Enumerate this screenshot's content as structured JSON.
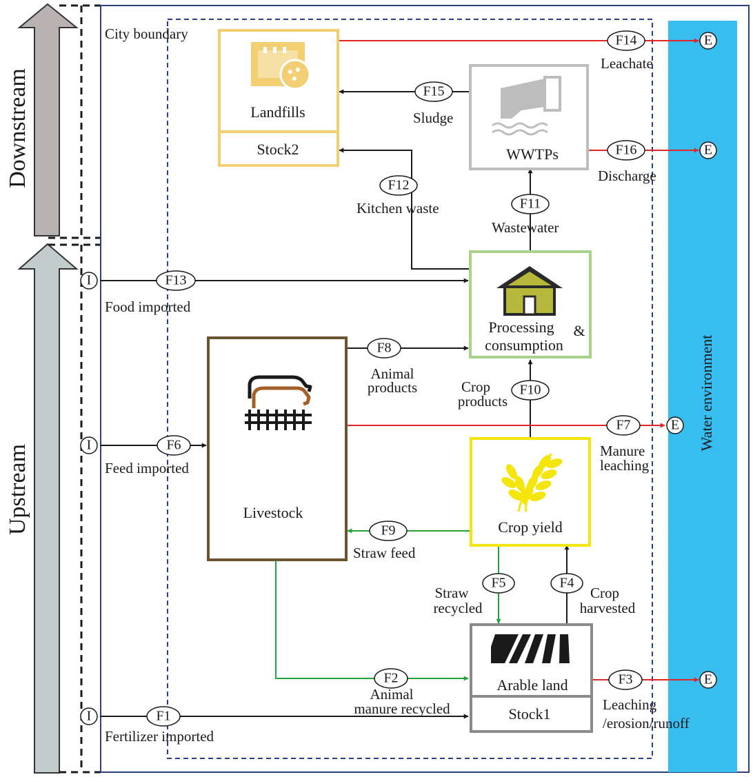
{
  "colors": {
    "red": "#e0262b",
    "green": "#22a538",
    "black": "#1a1a1a",
    "water": "#38bdf0",
    "frame": "#2a3f8a",
    "landfill": "#f2cf73",
    "wwtp": "#bdbdbd",
    "processing": "#a9d38a",
    "crop": "#f4e50a",
    "livestock": "#6b5530",
    "arable": "#8a8a8a"
  },
  "sides": {
    "downstream": "Downstream",
    "upstream": "Upstream"
  },
  "city_boundary": "City boundary",
  "water_environment": "Water environment",
  "nodes": {
    "landfills": {
      "label": "Landfills",
      "stock": "Stock2",
      "icon": "landfill-icon"
    },
    "wwtps": {
      "label": "WWTPs",
      "icon": "wastewater-pipe-icon"
    },
    "processing": {
      "label_1": "Processing",
      "label_amp": "&",
      "label_2": "consumption",
      "icon": "house-icon"
    },
    "livestock": {
      "label": "Livestock",
      "icon": "cow-icon"
    },
    "crop": {
      "label": "Crop yield",
      "icon": "wheat-icon"
    },
    "arable": {
      "label": "Arable land",
      "stock": "Stock1",
      "icon": "field-icon"
    }
  },
  "import_marker": "I",
  "export_marker": "E",
  "flows": {
    "F1": {
      "id": "F1",
      "label": "Fertilizer imported"
    },
    "F2": {
      "id": "F2",
      "label_1": "Animal",
      "label_2": "manure  recycled"
    },
    "F3": {
      "id": "F3",
      "label_1": "Leaching",
      "label_2": "/erosion/runoff"
    },
    "F4": {
      "id": "F4",
      "label_1": "Crop",
      "label_2": "harvested"
    },
    "F5": {
      "id": "F5",
      "label_1": "Straw",
      "label_2": "recycled"
    },
    "F6": {
      "id": "F6",
      "label": "Feed imported"
    },
    "F7": {
      "id": "F7",
      "label_1": "Manure",
      "label_2": "leaching"
    },
    "F8": {
      "id": "F8",
      "label_1": "Animal",
      "label_2": "products"
    },
    "F9": {
      "id": "F9",
      "label": "Straw feed"
    },
    "F10": {
      "id": "F10",
      "label_1": "Crop",
      "label_2": "products"
    },
    "F11": {
      "id": "F11",
      "label": "Wastewater"
    },
    "F12": {
      "id": "F12",
      "label": "Kitchen waste"
    },
    "F13": {
      "id": "F13",
      "label": "Food imported"
    },
    "F14": {
      "id": "F14",
      "label": "Leachate"
    },
    "F15": {
      "id": "F15",
      "label": "Sludge"
    },
    "F16": {
      "id": "F16",
      "label": "Discharge"
    }
  }
}
